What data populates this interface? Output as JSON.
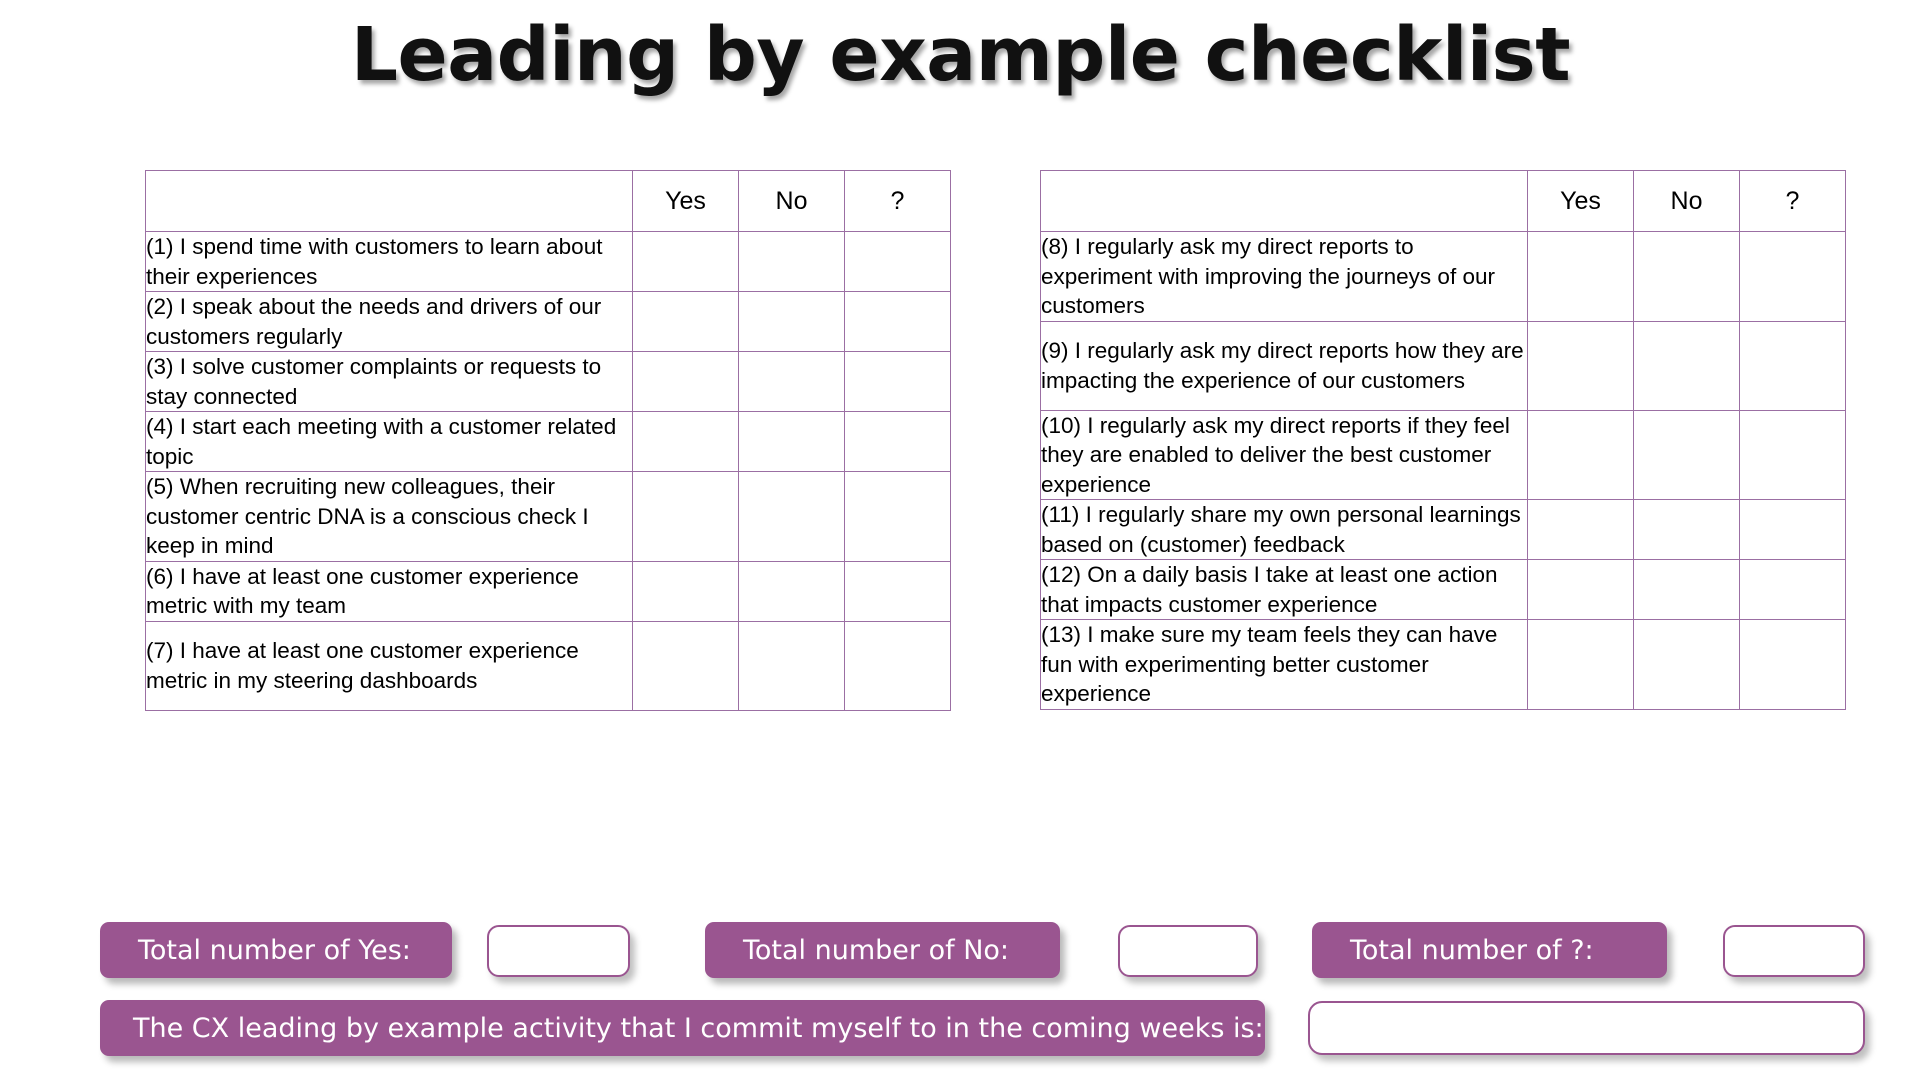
{
  "title": "Leading by example checklist",
  "colors": {
    "accent": "#9A5590",
    "table_border": "#9B6FA3",
    "text": "#000000",
    "background": "#FFFFFF"
  },
  "tables": {
    "columns": {
      "statement_header": "",
      "answers": [
        "Yes",
        "No",
        "?"
      ]
    },
    "left": {
      "rows": [
        {
          "text": "(1) I spend time with customers to learn about their experiences",
          "lines": 2
        },
        {
          "text": "(2) I speak about the needs and drivers of our customers regularly",
          "lines": 2
        },
        {
          "text": "(3) I solve customer complaints or requests to stay connected",
          "lines": 2
        },
        {
          "text": "(4) I start each meeting with a customer related topic",
          "lines": 2
        },
        {
          "text": "(5) When recruiting new colleagues, their customer centric DNA is a conscious check I keep in mind",
          "lines": 3
        },
        {
          "text": "(6) I have at least one customer experience metric with my team",
          "lines": 2
        },
        {
          "text": "(7) I have at least one customer experience metric in my steering dashboards",
          "lines": 3
        }
      ]
    },
    "right": {
      "rows": [
        {
          "text": "(8) I regularly ask my direct reports to experiment with improving the journeys of our customers",
          "lines": 3
        },
        {
          "text": "(9) I regularly ask my direct reports how they are impacting the experience of our customers",
          "lines": 3
        },
        {
          "text": "(10) I regularly ask my direct reports if they feel they are enabled to deliver the best customer experience",
          "lines": 3
        },
        {
          "text": "(11) I regularly share my own personal learnings based on (customer) feedback",
          "lines": 2
        },
        {
          "text": "(12) On a daily basis I take at least one action that impacts customer experience",
          "lines": 2
        },
        {
          "text": "(13) I make sure my team feels they can have fun with experimenting better customer experience",
          "lines": 3
        }
      ]
    }
  },
  "totals": {
    "yes_label": "Total number of Yes:",
    "yes_value": "",
    "no_label": "Total number of No:",
    "no_value": "",
    "question_label": "Total number of ?:",
    "question_value": ""
  },
  "commitment": {
    "label": "The CX leading by example activity that I commit myself to in the coming weeks is:",
    "value": ""
  }
}
